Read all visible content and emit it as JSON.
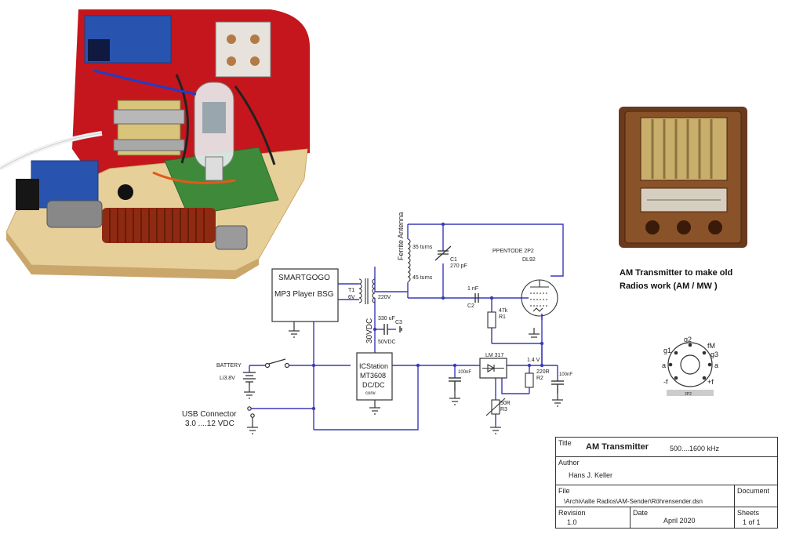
{
  "schematic": {
    "smartgogo": "SMARTGOGO",
    "mp3": "MP3 Player BSG",
    "t1": "T1",
    "t1_v": "6V",
    "v220": "220V",
    "v30": "30VDC",
    "ferrite": "Ferrite Antenna",
    "turns35": "35 turns",
    "turns45": "45 turns",
    "c1": "C1",
    "c1_val": "270 pF",
    "pentode": "PPENTODE 2P2",
    "dl92": "DL92",
    "c2_val": "1 nF",
    "c2": "C2",
    "r1_val": "47k",
    "r1": "R1",
    "c3_val": "330 uF",
    "c3": "C3",
    "c3_v": "50VDC",
    "battery": "BATTERY",
    "li": "Li3.8V",
    "icstation": "ICStation",
    "mt3608": "MT3608",
    "dcdc": "DC/DC",
    "conv": "conv.",
    "lm317": "LM 317",
    "v14": "1.4 V",
    "c100a": "100nF",
    "r2_val": "220R",
    "r2": "R2",
    "c100b": "100nF",
    "r3_val": "50R",
    "r3": "R3",
    "usb": "USB Connector",
    "usb_v": "3.0 ....12 VDC",
    "pin_g1": "g1",
    "pin_g2": "g2",
    "pin_fm": "fM",
    "pin_g3": "g3",
    "pin_a_left": "a",
    "pin_a_right": "a",
    "pin_f_left": "-f",
    "pin_f_right": "+f",
    "base_label": "2P2"
  },
  "caption": {
    "line1": "AM Transmitter to make old",
    "line2": "Radios work (AM / MW )"
  },
  "titleblock": {
    "title_label": "Title",
    "title": "AM Transmitter",
    "freq": "500....1600 kHz",
    "author_label": "Author",
    "author": "Hans J. Keller",
    "file_label": "File",
    "file": "\\Archiv\\alte Radios\\AM-Sender\\Röhrensender.dsn",
    "document_label": "Document",
    "revision_label": "Revision",
    "revision": "1.0",
    "date_label": "Date",
    "date": "April 2020",
    "sheets_label": "Sheets",
    "sheets": "1 of 1"
  },
  "colors": {
    "wire": "#3a3ab8",
    "ink": "#333333",
    "board": "#c4161c",
    "wood": "#e7cf9a",
    "coil": "#8e2a12",
    "radio": "#6a3a1c"
  }
}
